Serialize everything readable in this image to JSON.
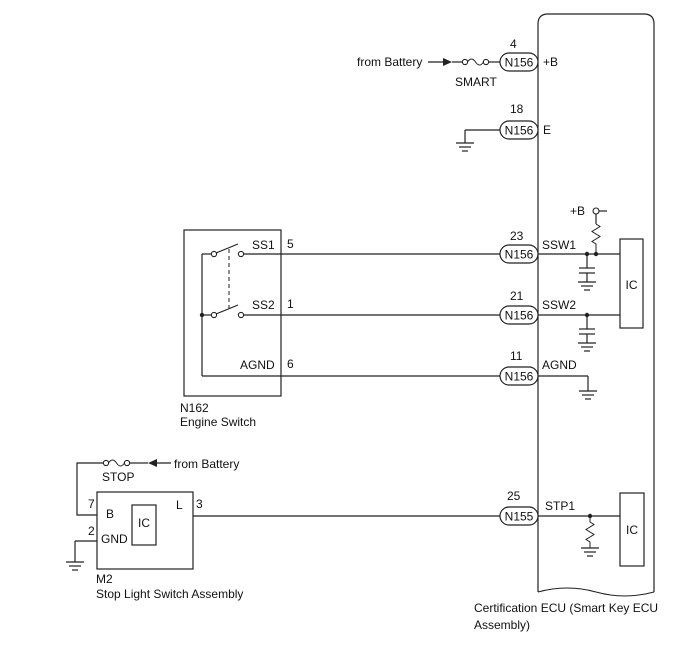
{
  "ecu": {
    "name_line1": "Certification ECU (Smart Key ECU",
    "name_line2": "Assembly)",
    "ic_label": "IC",
    "pullup_label": "+B"
  },
  "battery_feed": {
    "from_label": "from Battery",
    "fuse_label": "SMART"
  },
  "ecu_pins": [
    {
      "pin": "4",
      "connector": "N156",
      "terminal": "+B"
    },
    {
      "pin": "18",
      "connector": "N156",
      "terminal": "E"
    },
    {
      "pin": "23",
      "connector": "N156",
      "terminal": "SSW1"
    },
    {
      "pin": "21",
      "connector": "N156",
      "terminal": "SSW2"
    },
    {
      "pin": "11",
      "connector": "N156",
      "terminal": "AGND"
    },
    {
      "pin": "25",
      "connector": "N155",
      "terminal": "STP1"
    }
  ],
  "engine_switch": {
    "connector": "N162",
    "name": "Engine Switch",
    "terminals": [
      {
        "label": "SS1",
        "pin": "5"
      },
      {
        "label": "SS2",
        "pin": "1"
      },
      {
        "label": "AGND",
        "pin": "6"
      }
    ]
  },
  "stop_light_switch": {
    "connector": "M2",
    "name": "Stop Light Switch Assembly",
    "ic_label": "IC",
    "fuse_label": "STOP",
    "from_label": "from Battery",
    "terminals": [
      {
        "label": "B",
        "pin": "7"
      },
      {
        "label": "GND",
        "pin": "2"
      },
      {
        "label": "L",
        "pin": "3"
      }
    ]
  }
}
